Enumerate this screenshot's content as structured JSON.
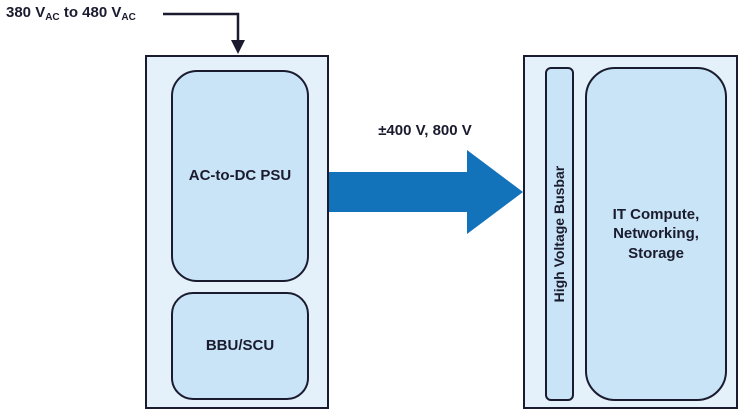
{
  "labels": {
    "input_prefix": "380 V",
    "input_sub1": "AC",
    "input_mid": " to 480 V",
    "input_sub2": "AC",
    "arrow": "±400 V, 800 V",
    "psu": "AC-to-DC PSU",
    "bbu": "BBU/SCU",
    "busbar": "High Voltage Busbar",
    "it": "IT Compute,\nNetworking,\nStorage"
  },
  "colors": {
    "box_fill": "#e4f1fb",
    "block_fill": "#c9e4f6",
    "border": "#1b1b2f",
    "arrow_blue": "#1272ba",
    "text": "#1b1b2f"
  },
  "icons": {
    "input_connector": "down-arrow-connector-icon",
    "power_flow": "right-block-arrow-icon"
  }
}
